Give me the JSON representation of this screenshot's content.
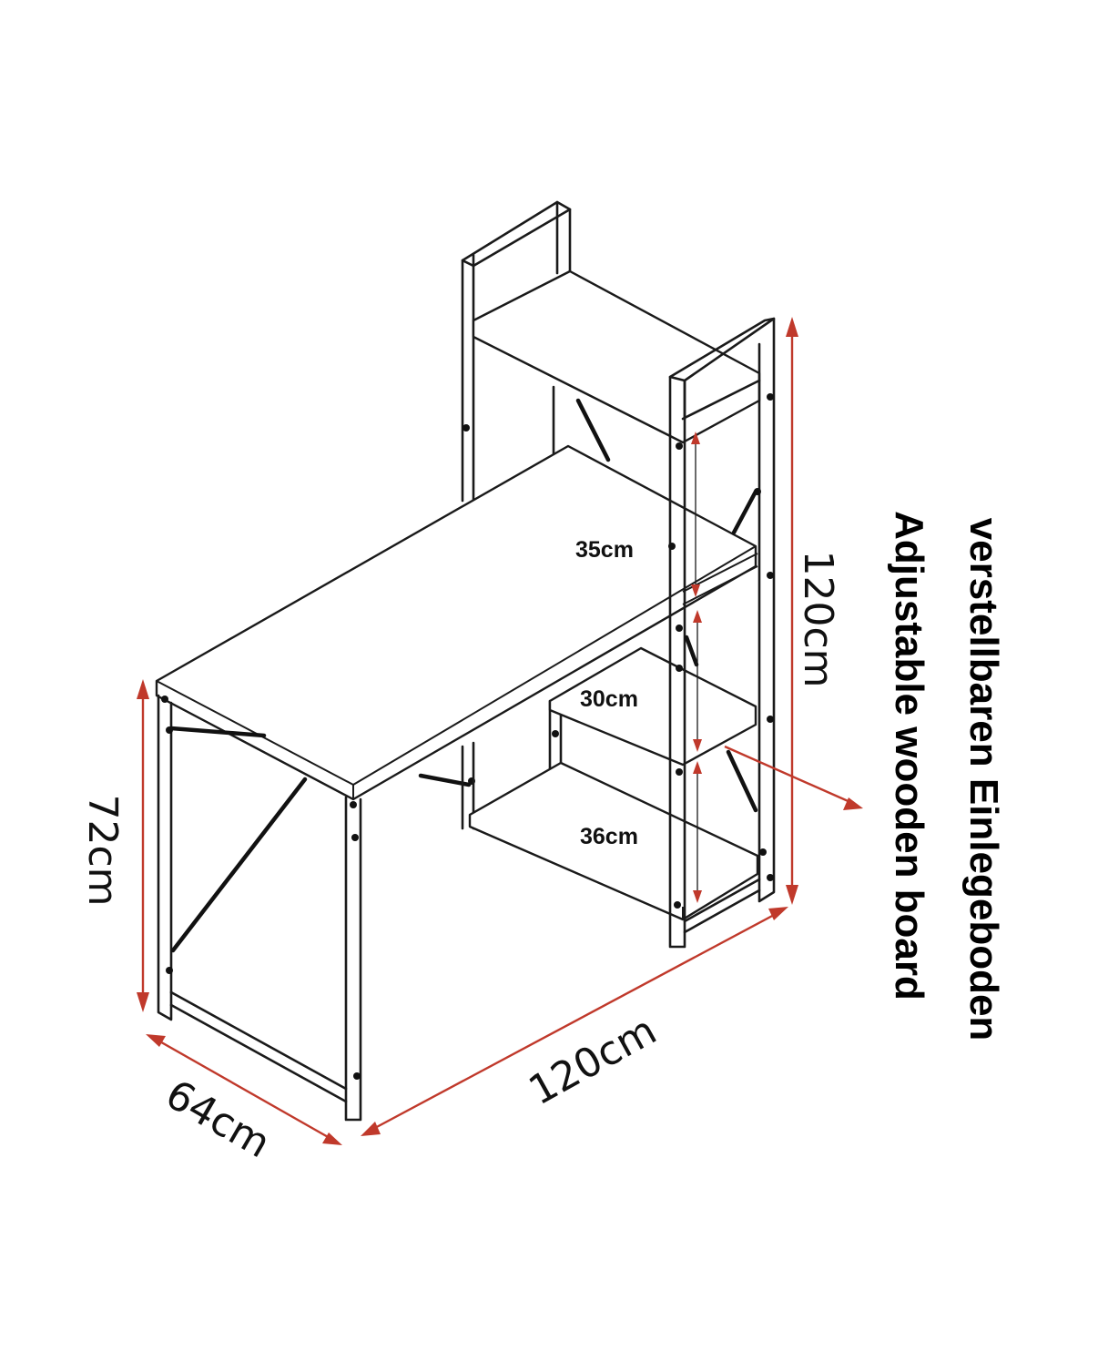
{
  "dimensions": {
    "desk_height": "72cm",
    "desk_depth": "64cm",
    "desk_width": "120cm",
    "shelf_height": "120cm",
    "shelf_gap_top": "35cm",
    "shelf_gap_middle": "30cm",
    "shelf_gap_bottom": "36cm"
  },
  "notes": {
    "german": "verstellbaren Einlegeboden",
    "english": "Adjustable wooden board"
  },
  "colors": {
    "dimension_arrow": "#c0392b",
    "line_art": "#1a1a1a",
    "background": "#ffffff"
  }
}
